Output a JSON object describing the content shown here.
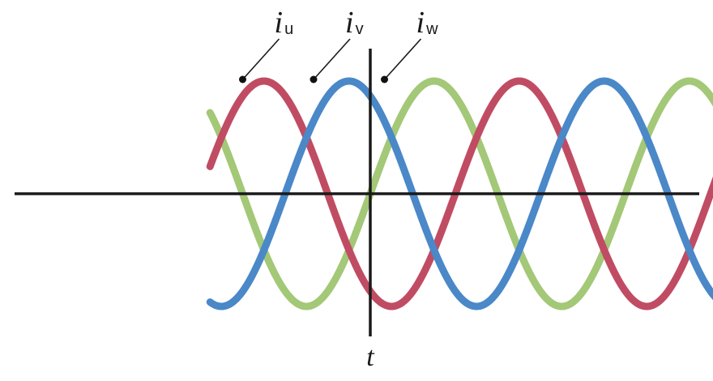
{
  "chart_data": {
    "type": "line",
    "title": "",
    "xlabel": "t",
    "ylabel": "",
    "grid": false,
    "x_unit": "period",
    "xlim": [
      -0.6278,
      1.5469
    ],
    "ylim": [
      -1,
      1
    ],
    "series": [
      {
        "name": "i",
        "subscript": "u",
        "phase_deg": 0,
        "color": "#a3c877"
      },
      {
        "name": "i",
        "subscript": "v",
        "phase_deg": -120,
        "color": "#c04c63"
      },
      {
        "name": "i",
        "subscript": "w",
        "phase_deg": 120,
        "color": "#4a88c8"
      }
    ],
    "annotations": [
      {
        "series_index": 0,
        "text": "i",
        "subscript": "u",
        "at_x": -0.5,
        "at_y": 1
      },
      {
        "series_index": 1,
        "text": "i",
        "subscript": "v",
        "at_x": -0.2222,
        "at_y": 1
      },
      {
        "series_index": 2,
        "text": "i",
        "subscript": "w",
        "at_x": 0.0556,
        "at_y": 1
      }
    ]
  }
}
